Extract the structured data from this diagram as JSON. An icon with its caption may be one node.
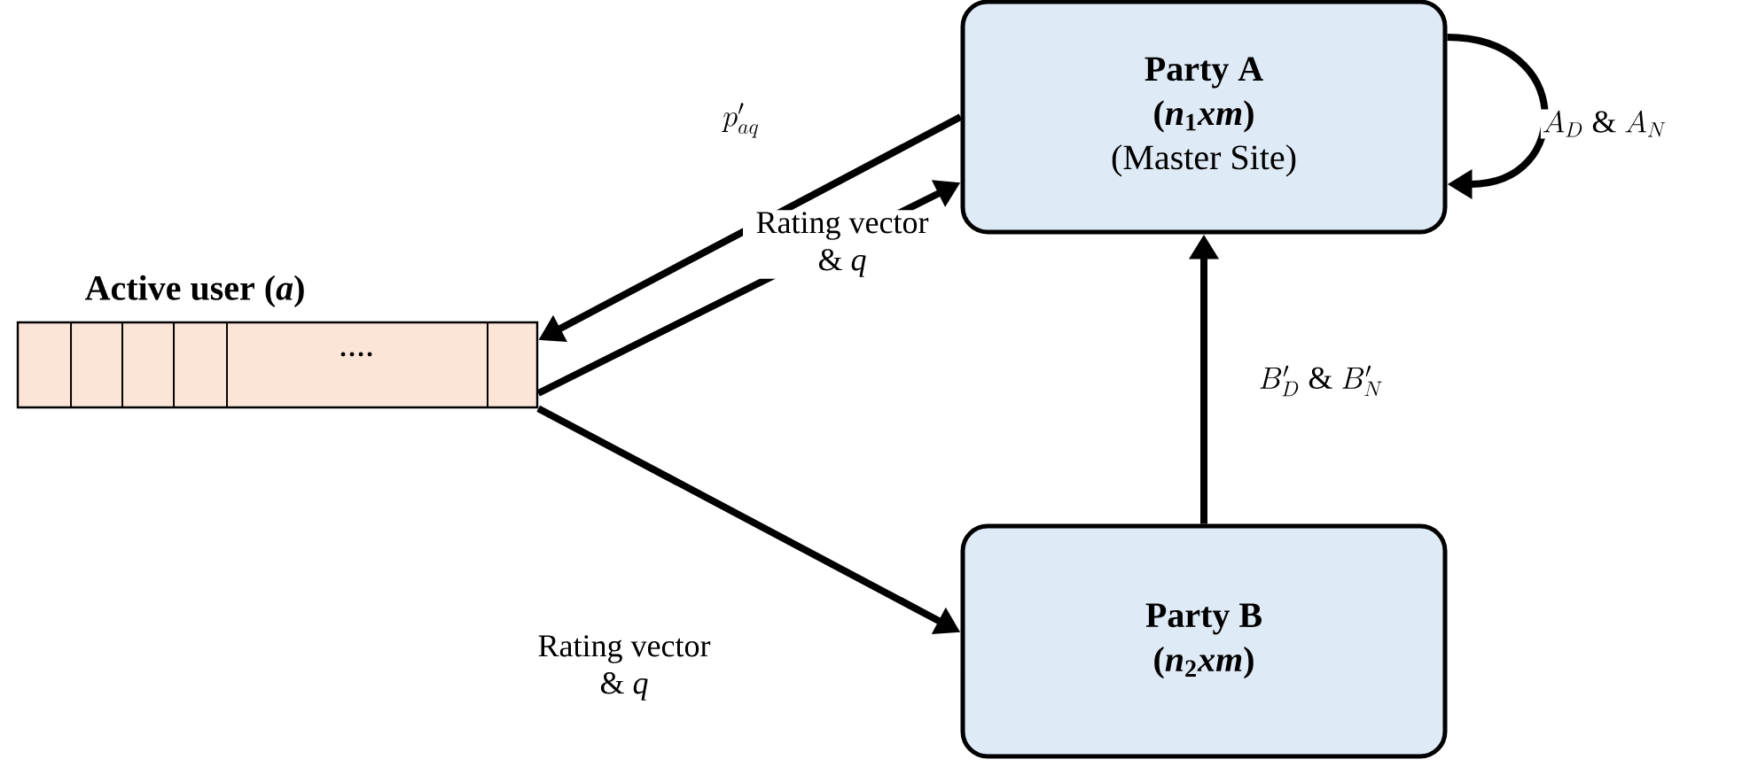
{
  "diagram": {
    "nodes": [
      {
        "text": [
          "Active user (*a*)",
          "...."
        ]
      },
      {
        "text": [
          "Party A",
          "(*n*$_{1}$*xm*)",
          "(Master Site)"
        ]
      },
      {
        "text": [
          "Party B",
          "(*n*$_{2}$*xm*)"
        ]
      }
    ],
    "edges": [
      {
        "from": 1,
        "to": 0,
        "arrow": "to",
        "label": "p'_{aq}"
      },
      {
        "from": 0,
        "to": 1,
        "arrow": "to",
        "label": "Rating vector & *q*"
      },
      {
        "from": 0,
        "to": 2,
        "arrow": "to",
        "label": "Rating vector & *q*"
      },
      {
        "from": 2,
        "to": 1,
        "arrow": "to",
        "label": "B'_D \\ \\&\\ B'_N"
      },
      {
        "from": 1,
        "to": 1,
        "arrow": "to",
        "label": "A_D \\ \\&\\ A_N"
      }
    ]
  }
}
